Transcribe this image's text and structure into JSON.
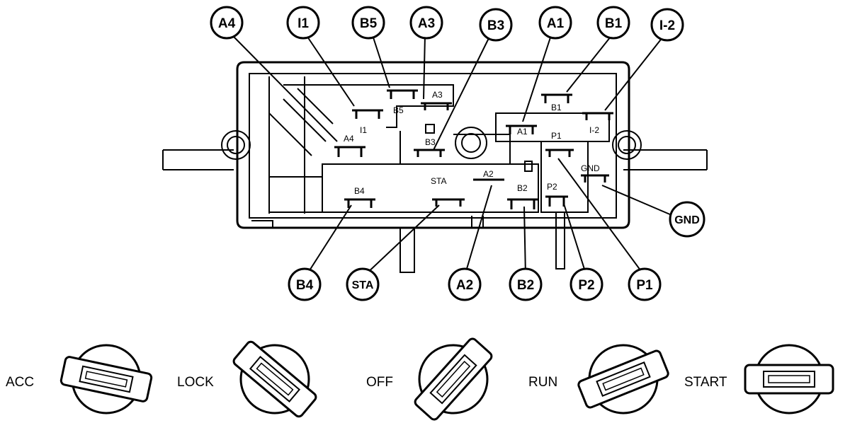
{
  "connector": {
    "inner_labels": {
      "B5": "B5",
      "A3": "A3",
      "I1": "I1",
      "A4": "A4",
      "B3": "B3",
      "A1": "A1",
      "B1": "B1",
      "I2": "I-2",
      "P1": "P1",
      "GND": "GND",
      "A2": "A2",
      "STA": "STA",
      "B4": "B4",
      "B2": "B2",
      "P2": "P2"
    }
  },
  "callouts": {
    "A4": "A4",
    "I1": "I1",
    "B5": "B5",
    "A3": "A3",
    "B3": "B3",
    "A1": "A1",
    "B1": "B1",
    "I2": "I-2",
    "GND": "GND",
    "B4": "B4",
    "STA": "STA",
    "A2": "A2",
    "B2": "B2",
    "P2": "P2",
    "P1": "P1"
  },
  "key_positions": {
    "acc": "ACC",
    "lock": "LOCK",
    "off": "OFF",
    "run": "RUN",
    "start": "START"
  }
}
